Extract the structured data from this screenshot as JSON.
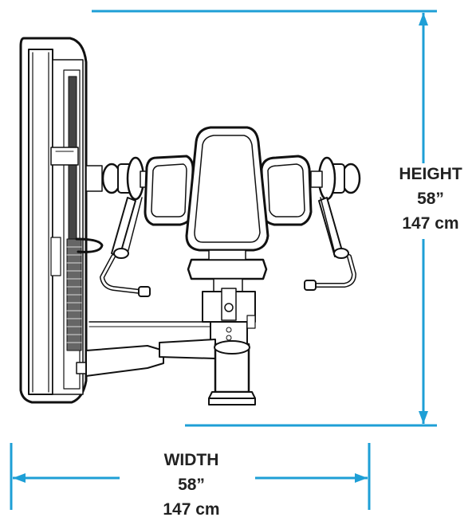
{
  "dimensions": {
    "height": {
      "label": "HEIGHT",
      "imperial": "58”",
      "metric": "147 cm"
    },
    "width": {
      "label": "WIDTH",
      "imperial": "58”",
      "metric": "147 cm"
    }
  },
  "colors": {
    "dimension_line": "#1e9fd6",
    "text": "#222222",
    "drawing_stroke": "#111111"
  }
}
